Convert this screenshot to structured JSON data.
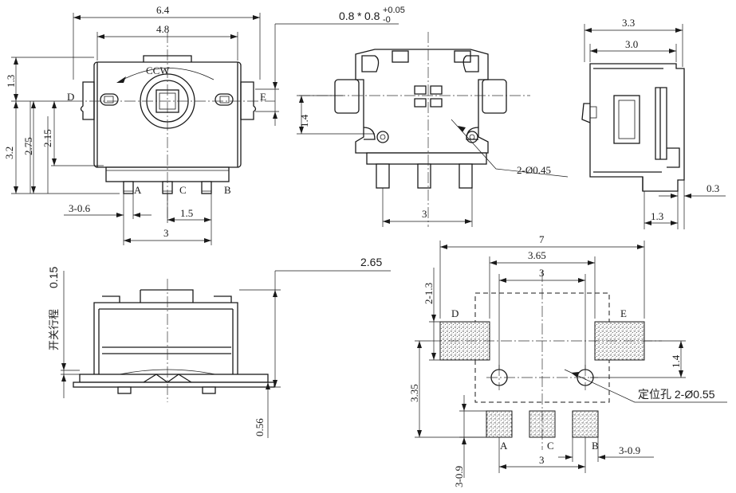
{
  "top_view": {
    "overall_width": "6.4",
    "body_width": "4.8",
    "top_offset": "1.3",
    "height_total": "3.2",
    "height_2": "2.75",
    "height_3": "2.15",
    "pin_width": "3-0.6",
    "pin_pitch": "1.5",
    "pin_span": "3",
    "rotation_label": "CCW",
    "label_d": "D",
    "label_e": "E",
    "pin_a": "A",
    "pin_c": "C",
    "pin_b": "B"
  },
  "hole_callout": {
    "size": "0.8",
    "times": "*",
    "size2": "0.8",
    "tol_plus": "+0.05",
    "tol_minus": "-0"
  },
  "bottom_view": {
    "height": "1.4",
    "holes": "2-Ø0.45",
    "pin_span": "3"
  },
  "side_view": {
    "width_total": "3.3",
    "width_body": "3.0",
    "lead_thickness": "0.3",
    "lead_length": "1.3"
  },
  "front_view": {
    "travel_label": "开关行程",
    "travel_value": "0.15",
    "height": "2.65",
    "base_thickness": "0.56"
  },
  "pcb_layout": {
    "overall": "7",
    "pad_outer": "3.65",
    "pad_inner": "3",
    "pad_pitch_label": "2-1.3",
    "side_pad_height": "1.4",
    "total_height": "3.35",
    "pad_size": "3-0.9",
    "pin_span": "3",
    "pad_width": "3-0.9",
    "locating_hole": "定位孔 2-Ø0.55",
    "label_d": "D",
    "label_e": "E",
    "pin_a": "A",
    "pin_c": "C",
    "pin_b": "B"
  }
}
